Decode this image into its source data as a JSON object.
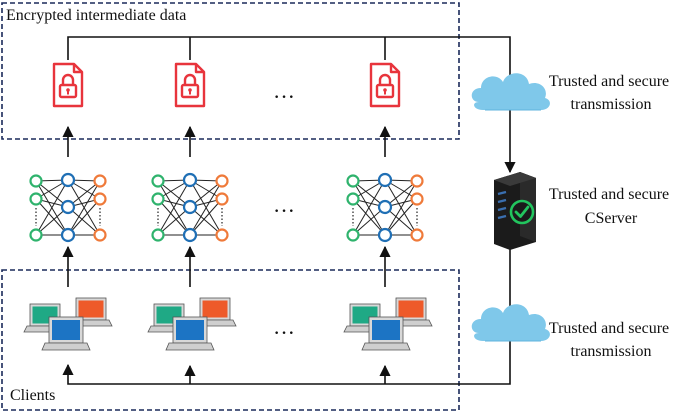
{
  "top_group": {
    "label": "Encrypted intermediate data"
  },
  "bottom_group": {
    "label": "Clients"
  },
  "ellipsis": "···",
  "side_labels": {
    "cloud_top": [
      "Trusted and secure",
      "transmission"
    ],
    "server": [
      "Trusted and secure",
      "CServer"
    ],
    "cloud_bottom": [
      "Trusted and secure",
      "transmission"
    ]
  },
  "icons": {
    "encrypted_file": "locked-file-icon",
    "model": "neural-network-icon",
    "client": "computers-icon",
    "cloud": "cloud-icon",
    "server": "server-check-icon"
  },
  "colors": {
    "lock_red": "#e8343c",
    "net_green": "#2fb36d",
    "net_blue": "#1f6fb5",
    "net_orange": "#ef7a3a",
    "pc_green": "#1fa985",
    "pc_blue": "#1c74c4",
    "pc_orange": "#ee5a2a",
    "cloud": "#7fc8ea",
    "server_check": "#22c55e",
    "dash_border": "#1a2a5a"
  }
}
